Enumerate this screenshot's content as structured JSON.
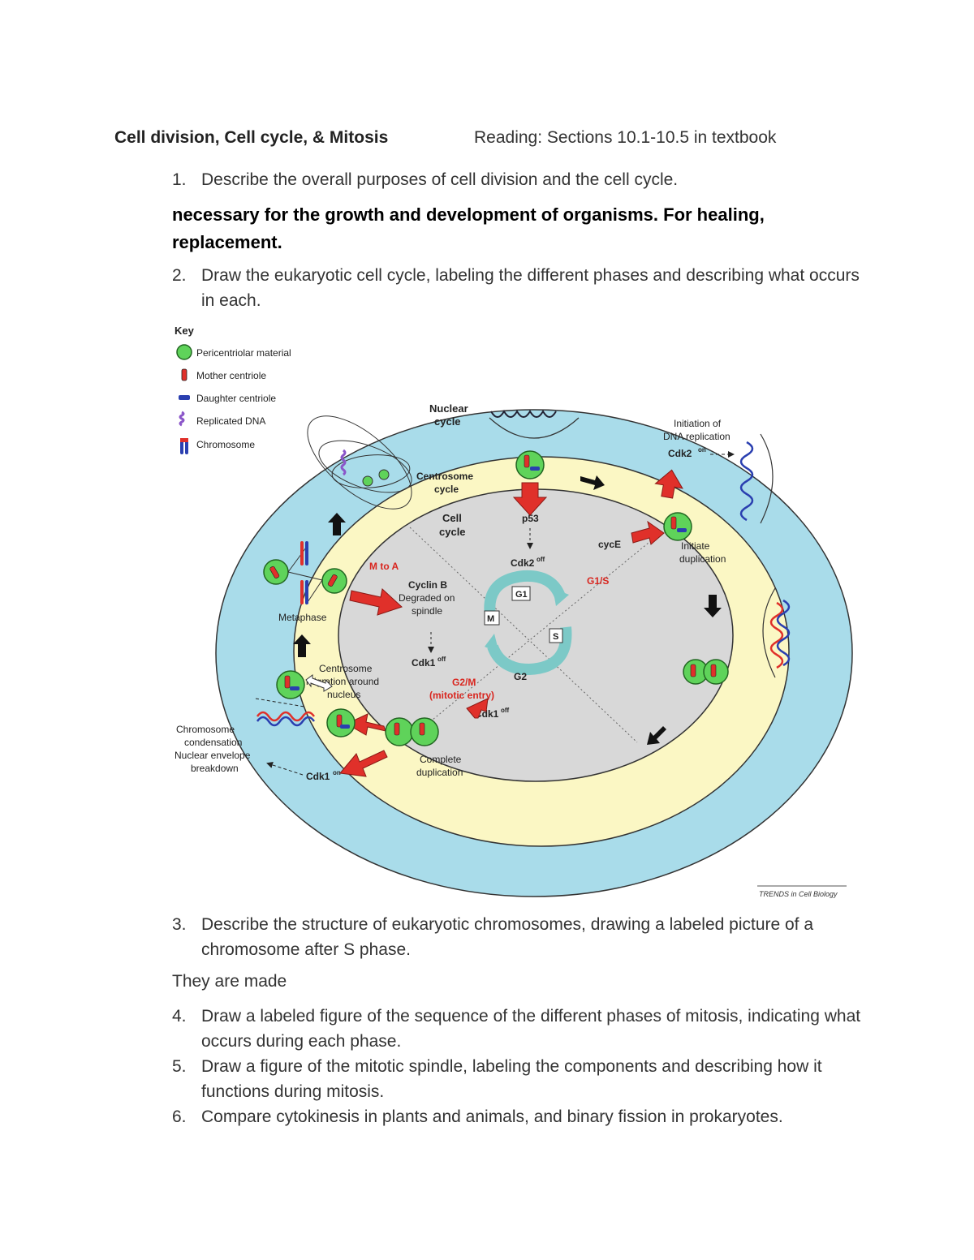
{
  "header": {
    "title": "Cell division, Cell cycle, & Mitosis",
    "reading": "Reading: Sections 10.1-10.5 in textbook"
  },
  "questions": [
    {
      "num": "1.",
      "text": "Describe the overall purposes of cell division and the cell cycle."
    },
    {
      "num": "2.",
      "text": "Draw the eukaryotic cell cycle, labeling the different phases and describing what occurs in each."
    },
    {
      "num": "3.",
      "text": "Describe the structure of eukaryotic chromosomes, drawing a labeled picture of a chromosome after S phase."
    },
    {
      "num": "4.",
      "text": "Draw a labeled figure of the sequence of the different phases of mitosis, indicating what occurs during each phase."
    },
    {
      "num": "5.",
      "text": "Draw a figure of the mitotic spindle, labeling the components and describing how it functions during mitosis."
    },
    {
      "num": "6.",
      "text": "Compare cytokinesis in plants and animals, and binary fission in prokaryotes."
    }
  ],
  "answers": {
    "q1": "necessary for the growth and development of organisms. For healing, replacement.",
    "q3": "They are made"
  },
  "figure": {
    "key": {
      "title": "Key",
      "items": [
        "Pericentriolar material",
        "Mother centriole",
        "Daughter centriole",
        "Replicated DNA",
        "Chromosome"
      ]
    },
    "labels": {
      "nuclear_cycle": [
        "Nuclear",
        "cycle"
      ],
      "centrosome_cycle": [
        "Centrosome",
        "cycle"
      ],
      "cell_cycle": [
        "Cell",
        "cycle"
      ],
      "p53": "p53",
      "cdk2off": "Cdk2",
      "cdk2off_sup": "off",
      "initiation": [
        "Initiation of",
        "DNA replication"
      ],
      "cdk2on": "Cdk2",
      "cdk2on_sup": "on",
      "cyce": "cycE",
      "initiate_dup": [
        "Initiate",
        "duplication"
      ],
      "g1s": "G1/S",
      "m_to_a": "M to A",
      "cyclin_b": [
        "Cyclin B",
        "Degraded on",
        "spindle"
      ],
      "cdk1off": "Cdk1",
      "cdk1off_sup": "off",
      "g2m": [
        "G2/M",
        "(mitotic entry)"
      ],
      "cdk1off_2": "Cdk1",
      "cdk1off_2_sup": "off",
      "phase_g1": "G1",
      "phase_s": "S",
      "phase_g2": "G2",
      "phase_m": "M",
      "metaphase": "Metaphase",
      "centrosome_migration": [
        "Centrosome",
        "migration around",
        "nucleus"
      ],
      "chromosome_condensation": [
        "Chromosome",
        "condensation",
        "Nuclear envelope",
        "breakdown"
      ],
      "cdk1on": "Cdk1",
      "cdk1on_sup": "on",
      "complete_dup": [
        "Complete",
        "duplication"
      ],
      "credit": "TRENDS in Cell Biology"
    },
    "colors": {
      "outer": "#a9dcea",
      "middle": "#fbf7c4",
      "inner": "#d8d8d8",
      "red": "#e0302a",
      "green": "#5fd35a",
      "blue": "#2a3fb0",
      "label_red": "#d9261f"
    }
  }
}
